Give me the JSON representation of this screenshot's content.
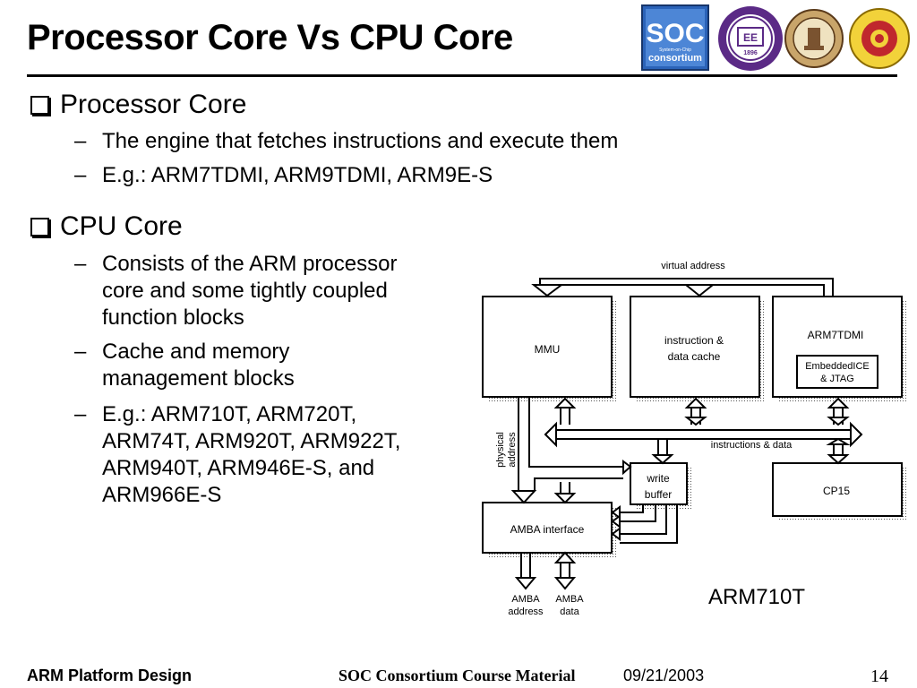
{
  "slide": {
    "title": "Processor Core Vs CPU Core",
    "bullets": [
      {
        "heading": "Processor Core",
        "items": [
          [
            "The engine that fetches instructions and execute them"
          ],
          [
            "E.g.: ARM7TDMI, ARM9TDMI, ARM9E-S"
          ]
        ]
      },
      {
        "heading": "CPU Core",
        "items": [
          [
            "Consists of the ARM processor",
            "core and some tightly coupled",
            "function blocks"
          ],
          [
            "Cache and memory",
            "management blocks"
          ],
          [
            "E.g.: ARM710T, ARM720T,",
            "ARM74T, ARM920T, ARM922T,",
            "ARM940T, ARM946E-S, and",
            "ARM966E-S"
          ]
        ]
      }
    ],
    "dash": "–"
  },
  "logos": {
    "soc": {
      "line1": "SOC",
      "line2": "consortium",
      "tag": "System-on-Chip"
    },
    "ee": {
      "text": "EE",
      "year": "1896"
    }
  },
  "diagram": {
    "virtual_address": "virtual address",
    "mmu": "MMU",
    "cache": [
      "instruction &",
      "data cache"
    ],
    "arm7tdmi": "ARM7TDMI",
    "ice": [
      "EmbeddedICE",
      "& JTAG"
    ],
    "physical_address": [
      "physical",
      "address"
    ],
    "instructions_data": "instructions & data",
    "write_buffer": [
      "write",
      "buffer"
    ],
    "cp15": "CP15",
    "amba_interface": "AMBA interface",
    "amba_address": [
      "AMBA",
      "address"
    ],
    "amba_data": [
      "AMBA",
      "data"
    ],
    "caption": "ARM710T"
  },
  "footer": {
    "left": "ARM Platform Design",
    "middle": "SOC Consortium Course Material",
    "date": "09/21/2003",
    "page": "14"
  }
}
